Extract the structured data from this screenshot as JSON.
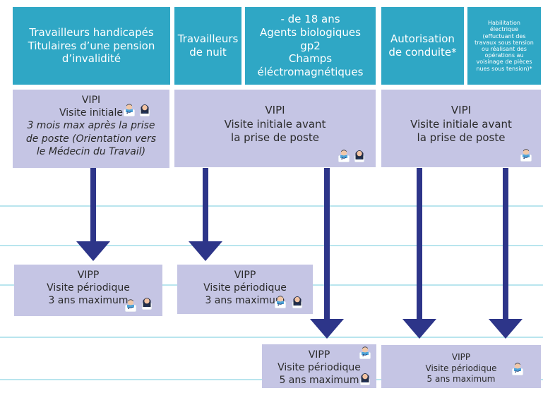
{
  "categories": {
    "handicapped": {
      "lines": [
        "Travailleurs handicapés",
        "Titulaires d’une pension",
        "d’invalidité"
      ]
    },
    "night": {
      "lines": [
        "Travailleurs",
        "de nuit"
      ]
    },
    "minors": {
      "lines": [
        "- de 18 ans",
        "Agents biologiques",
        "gp2",
        "Champs",
        "éléctromagnétiques"
      ]
    },
    "driving": {
      "lines": [
        "Autorisation",
        "de conduite*"
      ]
    },
    "electric": {
      "lines": [
        "Habilitation",
        "électrique",
        "(effuctuant des",
        "travaux sous tension",
        "ou réalisant des",
        "opérations au",
        "voisinage de pièces",
        "nues sous tension)*"
      ]
    }
  },
  "initial_visits": {
    "handicapped": {
      "title": "VIPI",
      "subtitle": "Visite initiale",
      "detail_lines": [
        "3 mois max après la prise",
        "de poste (Orientation vers",
        "le Médecin du Travail)"
      ]
    },
    "night_minors": {
      "title": "VIPI",
      "lines": [
        "Visite initiale avant",
        "la prise de poste"
      ]
    },
    "driving_electric": {
      "title": "VIPI",
      "lines": [
        "Visite initiale avant",
        "la prise de poste"
      ]
    }
  },
  "periodic_visits": {
    "handicapped": {
      "title": "VIPP",
      "subtitle": "Visite périodique",
      "frequency": "3 ans maximum"
    },
    "night": {
      "title": "VIPP",
      "subtitle": "Visite périodique",
      "frequency": "3 ans maximum"
    },
    "minors": {
      "title": "VIPP",
      "subtitle": "Visite périodique",
      "frequency": "5 ans maximum"
    },
    "driving_electric": {
      "title": "VIPP",
      "subtitle": "Visite périodique",
      "frequency": "5 ans maximum"
    }
  },
  "colors": {
    "header": "#2fa7c5",
    "card": "#c5c5e4",
    "arrow": "#2d3589",
    "guide_line": "#b9e5ee"
  },
  "icons": {
    "male_doctor": "male-doctor-icon",
    "female_doctor": "female-doctor-icon"
  }
}
